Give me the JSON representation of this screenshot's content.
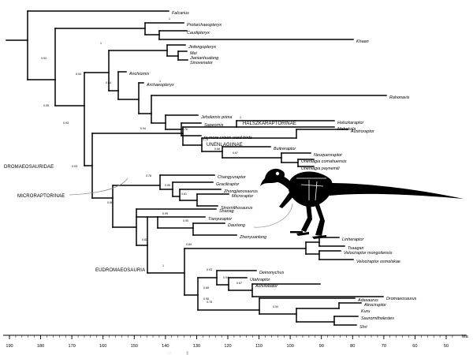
{
  "chart_data": {
    "type": "phylogenetic-tree",
    "axis": {
      "unit_label": "Ma",
      "ticks": [
        190,
        180,
        170,
        160,
        150,
        140,
        130,
        120,
        110,
        100,
        90,
        80,
        70,
        60,
        50
      ]
    },
    "taxa": [
      "Falcarius",
      "Protarchaeopteryx",
      "Caudipteryx",
      "Khaan",
      "Jinfengopteryx",
      "Mei",
      "Jianianhualong",
      "Sinovenator",
      "Anchiornis",
      "Archaeopteryx",
      "Rahonavis",
      "Jeholornis prima",
      "Sapeornis",
      "to more crown-ward birds",
      "Halszkaraptor",
      "Mahakala",
      "Austroraptor",
      "Buitreraptor",
      "Neuquenraptor",
      "Unenlagia comahuensis",
      "Unenlagia paynemili",
      "Changyuraptor",
      "Graciliraptor",
      "Zhongjianosaurus",
      "Microraptor",
      "Sinornithosaurus",
      "Shanag",
      "Tianyuraptor",
      "Dauriong",
      "Zhenyuanlong",
      "Linheraptor",
      "Tsaagan",
      "Velociraptor mongoliensis",
      "Velociraptor osmolskae",
      "Deinonychus",
      "Utahraptor",
      "Achillobator",
      "Dromaeosaurus",
      "Adasaurus",
      "Atrociraptor",
      "Kuru",
      "Saurornitholestes",
      "Shri"
    ],
    "clades": [
      "HALSZKARAPTORINAE",
      "UNENLAGIINAE",
      "DROMAEOSAURIDAE",
      "MICRORAPTORINAE",
      "EUDROMAEOSAURIA"
    ],
    "support_values": [
      "1",
      "0.93",
      "1",
      "0.93",
      "0.94",
      "0.84",
      "1",
      "0.76",
      "0.95",
      "0.94",
      "1",
      "0.75",
      "0.68",
      "0.67",
      "0.93",
      "0.78",
      "0.96",
      "0.61",
      "0.96",
      "0.89",
      "0.82",
      "0.99",
      "0.95",
      "1",
      "0.93",
      "0.94",
      "0.67",
      "0.68",
      "0.98",
      "0.78",
      "0.94"
    ],
    "taxa_count": 43
  },
  "scale_bar_marks": [
    "▮",
    "▭"
  ],
  "colors": {
    "branch": "#000000",
    "background": "#ffffff",
    "leader_line": "#8c8c8c"
  }
}
